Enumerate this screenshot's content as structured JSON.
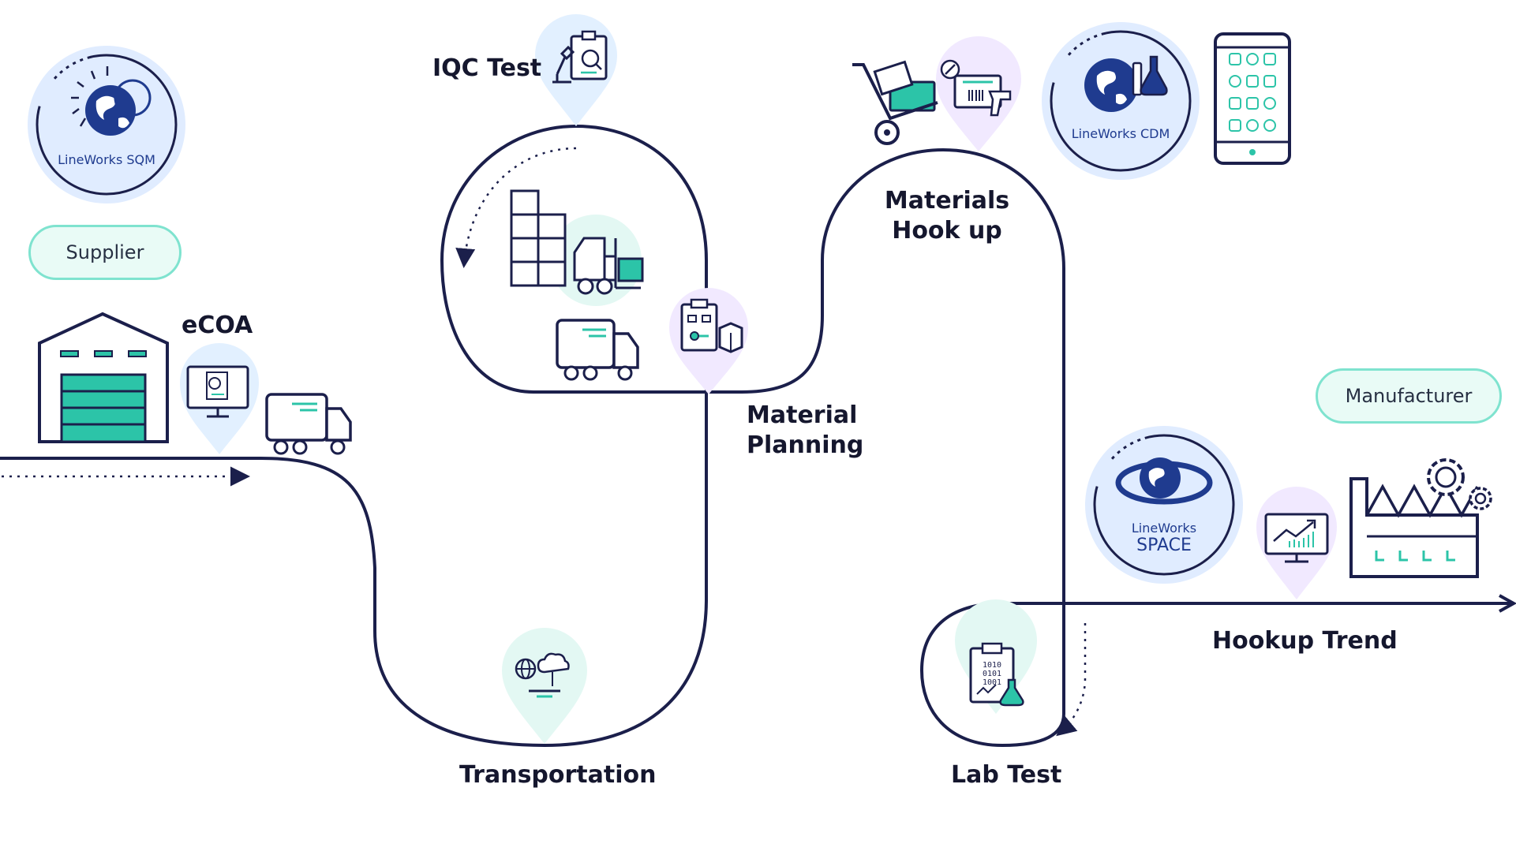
{
  "actors": {
    "supplier": "Supplier",
    "manufacturer": "Manufacturer"
  },
  "steps": {
    "ecoa": "eCOA",
    "iqc_test": "IQC Test",
    "material_planning_line1": "Material",
    "material_planning_line2": "Planning",
    "materials_hookup_line1": "Materials",
    "materials_hookup_line2": "Hook up",
    "transportation": "Transportation",
    "lab_test": "Lab Test",
    "hookup_trend": "Hookup Trend"
  },
  "products": {
    "sqm_name": "LineWorks SQM",
    "cdm_name": "LineWorks CDM",
    "space_line1": "LineWorks",
    "space_line2": "SPACE"
  },
  "lab_code": [
    "1010",
    "0101",
    "1001"
  ],
  "colors": {
    "navy": "#1b1f4b",
    "teal": "#2cc4a8",
    "pin_blue": "#e2f0ff",
    "pin_teal": "#e3f8f3",
    "pin_purple": "#f1e9ff",
    "badge_blue": "#dbeaff",
    "pill_border": "#7fe3cf"
  },
  "icons": [
    "warehouse-icon",
    "truck-icon",
    "monitor-document-icon",
    "microscope-clipboard-icon",
    "boxes-forklift-icon",
    "flowchart-clipboard-icon",
    "hand-truck-icon",
    "barcode-scanner-icon",
    "smartphone-apps-icon",
    "globe-cloud-icon",
    "lab-clipboard-icon",
    "trend-monitor-icon",
    "factory-gear-icon"
  ]
}
